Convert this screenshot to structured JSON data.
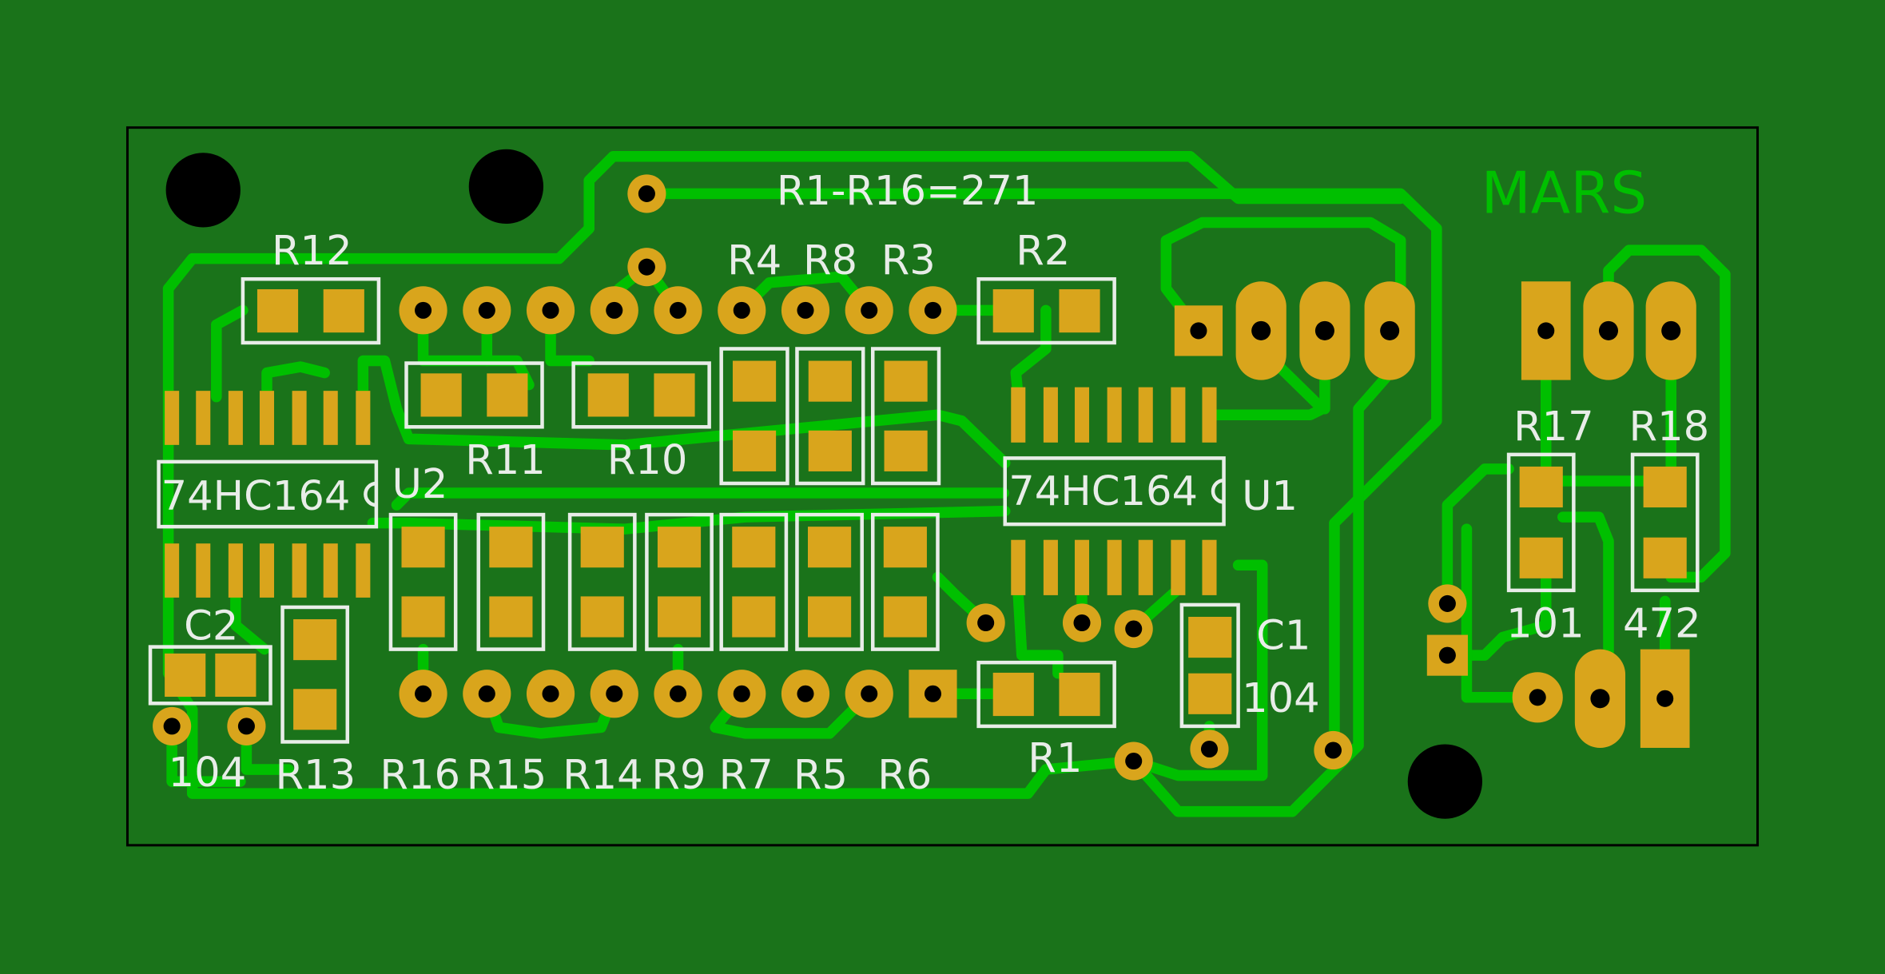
{
  "board": {
    "title_note": "R1-R16=271",
    "brand": "MARS",
    "colors": {
      "background": "#1a731a",
      "trace": "#00bf00",
      "pad": "#d9a51c",
      "silkscreen": "#e8ede8",
      "hole": "#000000"
    }
  },
  "labels": {
    "R12": "R12",
    "R11": "R11",
    "R10": "R10",
    "R4": "R4",
    "R8": "R8",
    "R3": "R3",
    "R2": "R2",
    "R16": "R16",
    "R15": "R15",
    "R14": "R14",
    "R9": "R9",
    "R7": "R7",
    "R5": "R5",
    "R6": "R6",
    "R1": "R1",
    "R13": "R13",
    "R17": "R17",
    "R18": "R18",
    "C1": "C1",
    "C2": "C2",
    "C1_value": "104",
    "C2_value": "104",
    "R17_value": "101",
    "R18_value": "472",
    "U1": "U1",
    "U2": "U2",
    "U1_part": "74HC164",
    "U2_part": "74HC164"
  }
}
